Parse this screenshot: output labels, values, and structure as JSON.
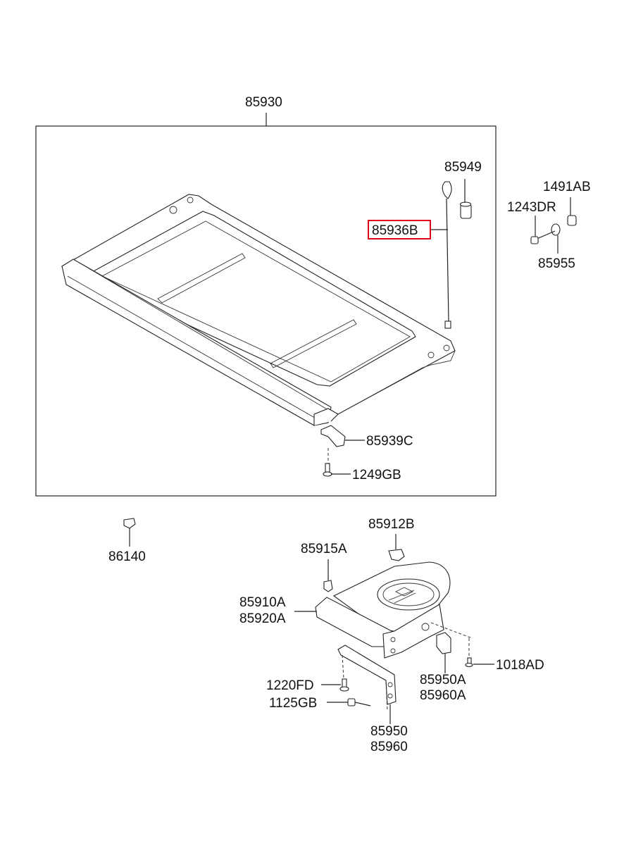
{
  "highlight_color": "#e0001b",
  "labels": {
    "p85930": "85930",
    "p85949": "85949",
    "p1491AB": "1491AB",
    "p1243DR": "1243DR",
    "p85936B": "85936B",
    "p85955": "85955",
    "p85939C": "85939C",
    "p1249GB": "1249GB",
    "p86140": "86140",
    "p85912B": "85912B",
    "p85915A": "85915A",
    "p85910A": "85910A",
    "p85920A": "85920A",
    "p1018AD": "1018AD",
    "p1220FD": "1220FD",
    "p1125GB": "1125GB",
    "p85950A": "85950A",
    "p85960A": "85960A",
    "p85950": "85950",
    "p85960": "85960"
  }
}
